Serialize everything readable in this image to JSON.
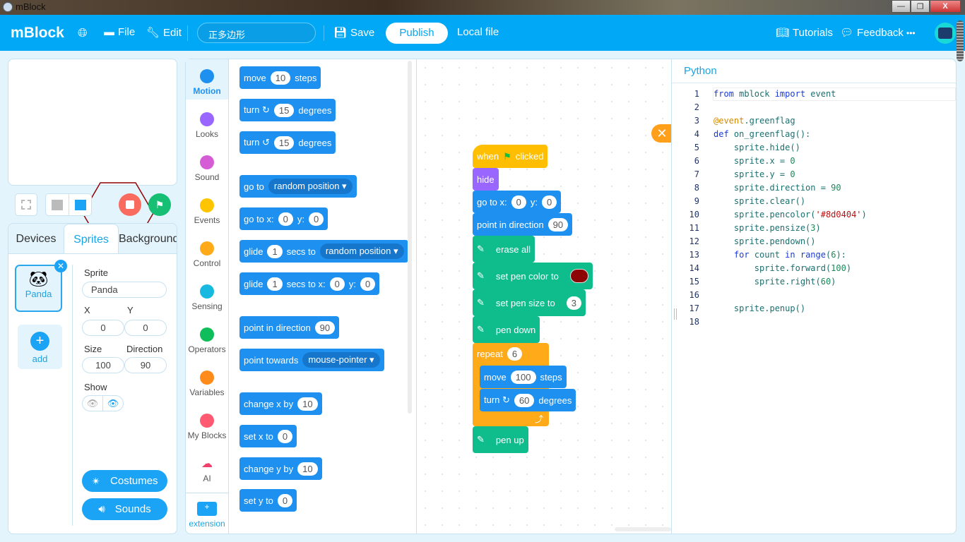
{
  "window": {
    "title": "mBlock",
    "min": "—",
    "max": "❐",
    "close": "X"
  },
  "menubar": {
    "logo": "mBlock",
    "file": "File",
    "edit": "Edit",
    "project_name": "正多边形",
    "save": "Save",
    "publish": "Publish",
    "local_file": "Local file",
    "tutorials": "Tutorials",
    "feedback": "Feedback",
    "more": "•••"
  },
  "panel": {
    "tabs": [
      "Devices",
      "Sprites",
      "Background"
    ],
    "sprite_name": "Panda",
    "add_label": "add",
    "labels": {
      "sprite": "Sprite",
      "x": "X",
      "y": "Y",
      "size": "Size",
      "direction": "Direction",
      "show": "Show"
    },
    "values": {
      "sprite": "Panda",
      "x": "0",
      "y": "0",
      "size": "100",
      "direction": "90"
    },
    "costumes": "Costumes",
    "sounds": "Sounds"
  },
  "categories": [
    {
      "label": "Motion",
      "color": "#1e91f0"
    },
    {
      "label": "Looks",
      "color": "#9966ff"
    },
    {
      "label": "Sound",
      "color": "#d65cd6"
    },
    {
      "label": "Events",
      "color": "#ffc400"
    },
    {
      "label": "Control",
      "color": "#ffab19"
    },
    {
      "label": "Sensing",
      "color": "#17b9e0"
    },
    {
      "label": "Operators",
      "color": "#0fbd5a"
    },
    {
      "label": "Variables",
      "color": "#ff8c1a"
    },
    {
      "label": "My Blocks",
      "color": "#ff5a72"
    },
    {
      "label": "AI",
      "color": "#ef3f6b"
    },
    {
      "label": "extension",
      "color": "#1ba4f5"
    }
  ],
  "palette": [
    {
      "parts": [
        "move",
        {
          "in": "10"
        },
        "steps"
      ]
    },
    {
      "parts": [
        "turn ↻",
        {
          "in": "15"
        },
        "degrees"
      ]
    },
    {
      "parts": [
        "turn ↺",
        {
          "in": "15"
        },
        "degrees"
      ]
    },
    {
      "parts": [
        "go to",
        {
          "dd": "random position ▾"
        }
      ]
    },
    {
      "parts": [
        "go to x:",
        {
          "in": "0"
        },
        "y:",
        {
          "in": "0"
        }
      ]
    },
    {
      "parts": [
        "glide",
        {
          "in": "1"
        },
        "secs to",
        {
          "dd": "random position ▾"
        }
      ]
    },
    {
      "parts": [
        "glide",
        {
          "in": "1"
        },
        "secs to x:",
        {
          "in": "0"
        },
        "y:",
        {
          "in": "0"
        }
      ]
    },
    {
      "parts": [
        "point in direction",
        {
          "in": "90"
        }
      ]
    },
    {
      "parts": [
        "point towards",
        {
          "dd": "mouse-pointer ▾"
        }
      ]
    },
    {
      "parts": [
        "change x by",
        {
          "in": "10"
        }
      ]
    },
    {
      "parts": [
        "set x to",
        {
          "in": "0"
        }
      ]
    },
    {
      "parts": [
        "change y by",
        {
          "in": "10"
        }
      ]
    },
    {
      "parts": [
        "set y to",
        {
          "in": "0"
        }
      ]
    }
  ],
  "script": {
    "when": "when",
    "clicked": "clicked",
    "hide": "hide",
    "goto": "go to x:",
    "x": "0",
    "y_label": "y:",
    "y": "0",
    "point": "point in direction",
    "dir": "90",
    "erase": "erase all",
    "pencolor": "set pen color to",
    "pencolor_value": "#8d0404",
    "pensize": "set pen size to",
    "pensize_value": "3",
    "pendown": "pen down",
    "repeat": "repeat",
    "repeat_count": "6",
    "move": "move",
    "move_steps": "100",
    "steps": "steps",
    "turn": "turn ↻",
    "turn_deg": "60",
    "degrees": "degrees",
    "penup": "pen up"
  },
  "code": {
    "title": "Python",
    "lines": [
      "from mblock import event",
      "",
      "@event.greenflag",
      "def on_greenflag():",
      "    sprite.hide()",
      "    sprite.x = 0",
      "    sprite.y = 0",
      "    sprite.direction = 90",
      "    sprite.clear()",
      "    sprite.pencolor('#8d0404')",
      "    sprite.pensize(3)",
      "    sprite.pendown()",
      "    for count in range(6):",
      "        sprite.forward(100)",
      "        sprite.right(60)",
      "",
      "    sprite.penup()",
      ""
    ]
  }
}
